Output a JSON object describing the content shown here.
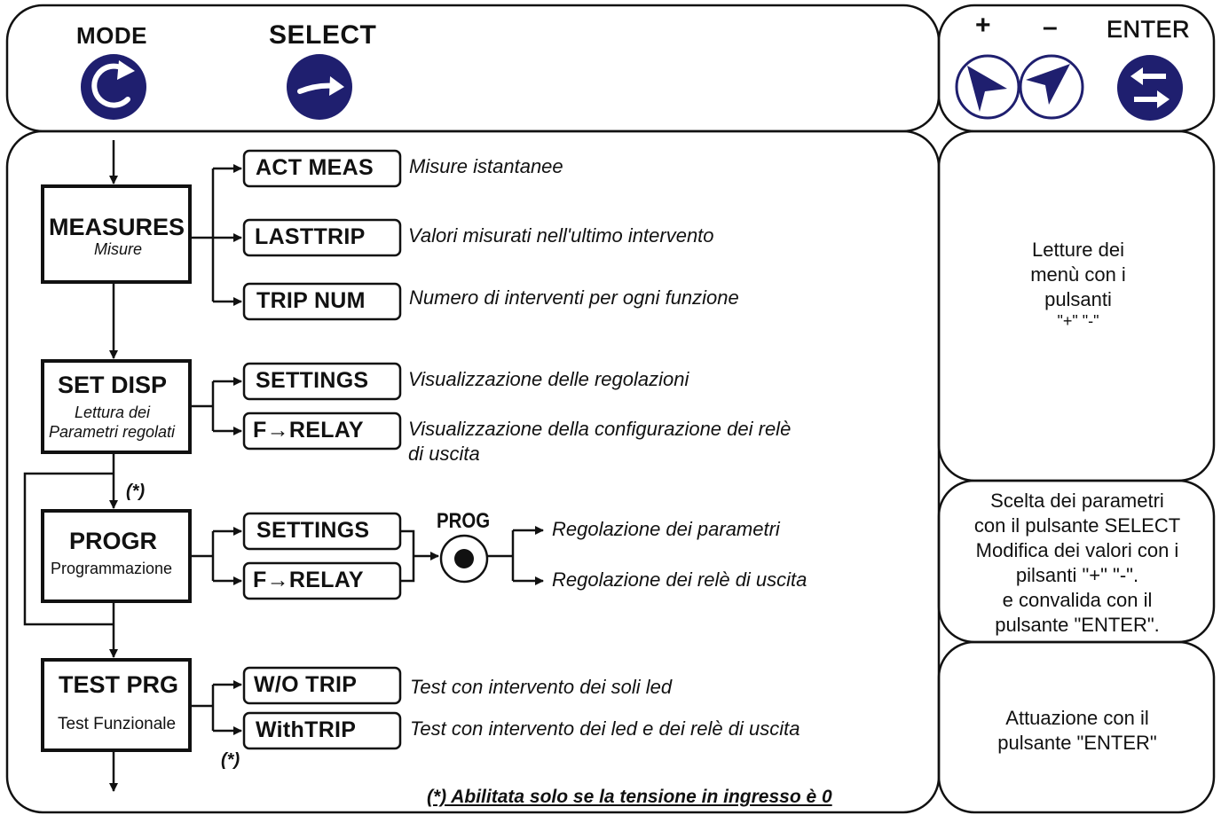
{
  "buttons": {
    "mode": "MODE",
    "select": "SELECT",
    "plus": "+",
    "minus": "–",
    "enter": "ENTER",
    "accent_color": "#1f1f6f"
  },
  "menus": {
    "measures": {
      "title": "MEASURES",
      "subtitle": "Misure",
      "items": [
        {
          "label": "ACT MEAS",
          "description": "Misure istantanee"
        },
        {
          "label": "LASTTRIP",
          "description": "Valori misurati nell'ultimo intervento"
        },
        {
          "label": "TRIP NUM",
          "description": "Numero di interventi per ogni funzione"
        }
      ]
    },
    "setdisp": {
      "title": "SET DISP",
      "subtitle_line1": "Lettura dei",
      "subtitle_line2": "Parametri regolati",
      "items": [
        {
          "label": "SETTINGS",
          "description": "Visualizzazione delle regolazioni"
        },
        {
          "label": "F→RELAY",
          "description_line1": "Visualizzazione della configurazione dei relè",
          "description_line2": "di uscita"
        }
      ]
    },
    "progr": {
      "title": "PROGR",
      "subtitle": "Programmazione",
      "items": [
        {
          "label": "SETTINGS"
        },
        {
          "label": "F→RELAY"
        }
      ],
      "prog_label": "PROG",
      "outcomes": [
        "Regolazione dei parametri",
        "Regolazione dei relè di uscita"
      ]
    },
    "testprg": {
      "title": "TEST PRG",
      "subtitle": "Test Funzionale",
      "items": [
        {
          "label": "W/O TRIP",
          "description": "Test con intervento dei soli led"
        },
        {
          "label": "WithTRIP",
          "description": "Test con intervento dei led e dei relè di uscita"
        }
      ]
    }
  },
  "notes": {
    "asterisk": "(*)",
    "footnote": "(*) Abilitata solo se la tensione in ingresso è 0"
  },
  "side_panels": {
    "reading": [
      "Letture dei",
      "menù con i",
      "pulsanti",
      "\"+\" \"-\""
    ],
    "selection": [
      "Scelta dei parametri",
      "con il pulsante SELECT",
      "Modifica dei valori con i",
      "pilsanti \"+\" \"-\".",
      "e convalida con il",
      "pulsante  \"ENTER\"."
    ],
    "actuation": [
      "Attuazione con il",
      "pulsante \"ENTER\""
    ]
  }
}
